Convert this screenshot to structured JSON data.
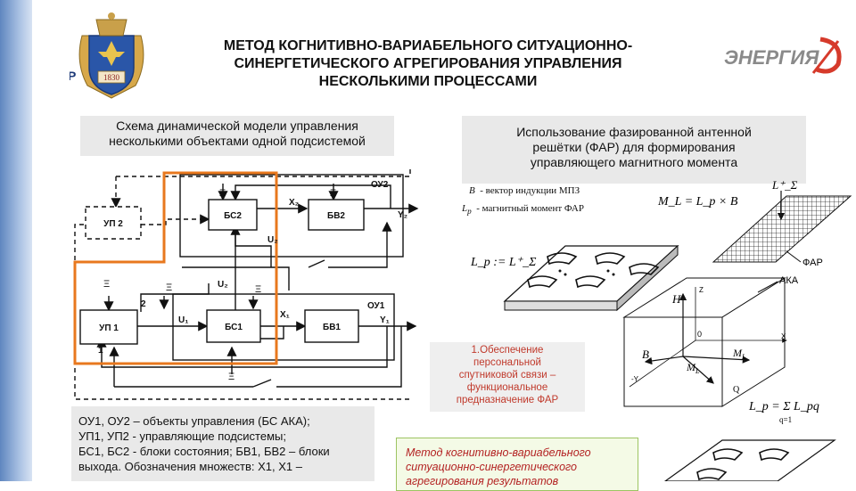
{
  "title": {
    "line1": "МЕТОД КОГНИТИВНО-ВАРИАБЕЛЬНОГО СИТУАЦИОННО-",
    "line2": "СИНЕРГЕТИЧЕСКОГО АГРЕГИРОВАНИЯ УПРАВЛЕНИЯ",
    "line3": "НЕСКОЛЬКИМИ ПРОЦЕССАМИ"
  },
  "logo_left": {
    "year": "1830",
    "side_letter": "Р"
  },
  "logo_right": {
    "text": "ЭНЕРГИЯ"
  },
  "caption_left": {
    "line1": "Схема динамической модели управления",
    "line2": "несколькими объектами одной подсистемой"
  },
  "caption_right": {
    "line1": "Использование фазированной антенной",
    "line2": "решётки  (ФАР) для формирования",
    "line3": "управляющего магнитного момента"
  },
  "diagram": {
    "blocks": {
      "up2": "УП 2",
      "bs2": "БС2",
      "bv2": "БВ2",
      "up1": "УП 1",
      "bs1": "БС1",
      "bv1": "БВ1"
    },
    "labels": {
      "ou2": "ОУ2",
      "ou1": "ОУ1",
      "xi": "Ξ",
      "x2": "X₂",
      "y2": "Y₂",
      "u2a": "U₂",
      "u2b": "U₂",
      "u1": "U₁",
      "x1": "X₁",
      "y1": "Y₁",
      "n2": "2",
      "n1": "1"
    }
  },
  "legend": {
    "b": "- вектор индукции МПЗ",
    "lp": "- магнитный момент ФАР"
  },
  "formulas": {
    "ml": "M_L = L_p × B",
    "lp_eq": "L_p := L⁺_Σ",
    "l_sigma": "L⁺_Σ",
    "sum": "L_p = Σ L_pq",
    "sum_top": "Q",
    "sum_bottom": "q=1"
  },
  "right_labels": {
    "far": "ФАР",
    "aka": "АКА",
    "zero": "0",
    "x": "X",
    "y": "-Y",
    "z": "Z"
  },
  "vectors": {
    "h": "H",
    "b": "B",
    "ml1": "M",
    "ml2": "M",
    "sub_l": "L"
  },
  "red_box": {
    "line1": "1.Обеспечение",
    "line2": "персональной",
    "line3": "спутниковой связи –",
    "line4": "функциональное",
    "line5": "предназначение ФАР"
  },
  "notes": {
    "line1": "ОУ1, ОУ2 – объекты управления (БС АКА);",
    "line2": "УП1, УП2  - управляющие подсистемы;",
    "line3": "БС1, БС2 - блоки состояния; БВ1, БВ2 – блоки",
    "line4": "выхода. Обозначения множеств: X1, X1 –"
  },
  "green_box": {
    "line1": "Метод когнитивно-вариабельного",
    "line2": "ситуационно-синергетического",
    "line3": "агрегирования результатов"
  },
  "colors": {
    "orange": "#e8781e",
    "red_text": "#c0392b",
    "side_blue": "#5f86bf"
  }
}
